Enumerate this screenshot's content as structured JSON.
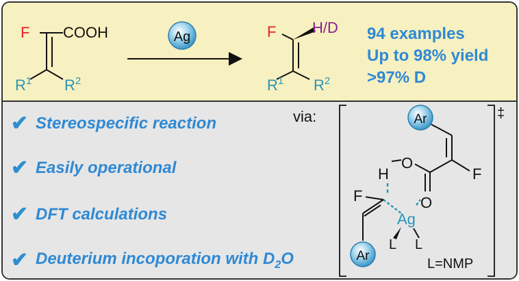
{
  "reaction": {
    "reactant": {
      "f": "F",
      "cooh": "COOH",
      "r1": "R",
      "r1_sup": "1",
      "r2": "R",
      "r2_sup": "2"
    },
    "catalyst": "Ag",
    "product": {
      "f": "F",
      "hd": "H/D",
      "r1": "R",
      "r1_sup": "1",
      "r2": "R",
      "r2_sup": "2"
    }
  },
  "stats": {
    "examples": "94 examples",
    "yield": "Up to 98% yield",
    "deuterium": ">97% D"
  },
  "features": [
    {
      "label": "Stereospecific reaction"
    },
    {
      "label": "Easily operational"
    },
    {
      "label": "DFT calculations"
    },
    {
      "label": "Deuterium incoporation with D",
      "sub": "2",
      "tail": "O"
    }
  ],
  "transition_state": {
    "via": "via:",
    "dagger": "‡",
    "ar_top": "Ar",
    "ar_bottom": "Ar",
    "o_top": "O",
    "o_bottom": "O",
    "h": "H",
    "f_right": "F",
    "f_left": "F",
    "ag": "Ag",
    "l1": "L",
    "l2": "L",
    "ligand": "L=NMP"
  },
  "colors": {
    "blue": "#2f89d4",
    "teal": "#2a95b8",
    "red": "#e8202a",
    "purple": "#8a1f8a",
    "top_bg": "#f7f0c0",
    "bottom_bg": "#e6e6e6"
  }
}
